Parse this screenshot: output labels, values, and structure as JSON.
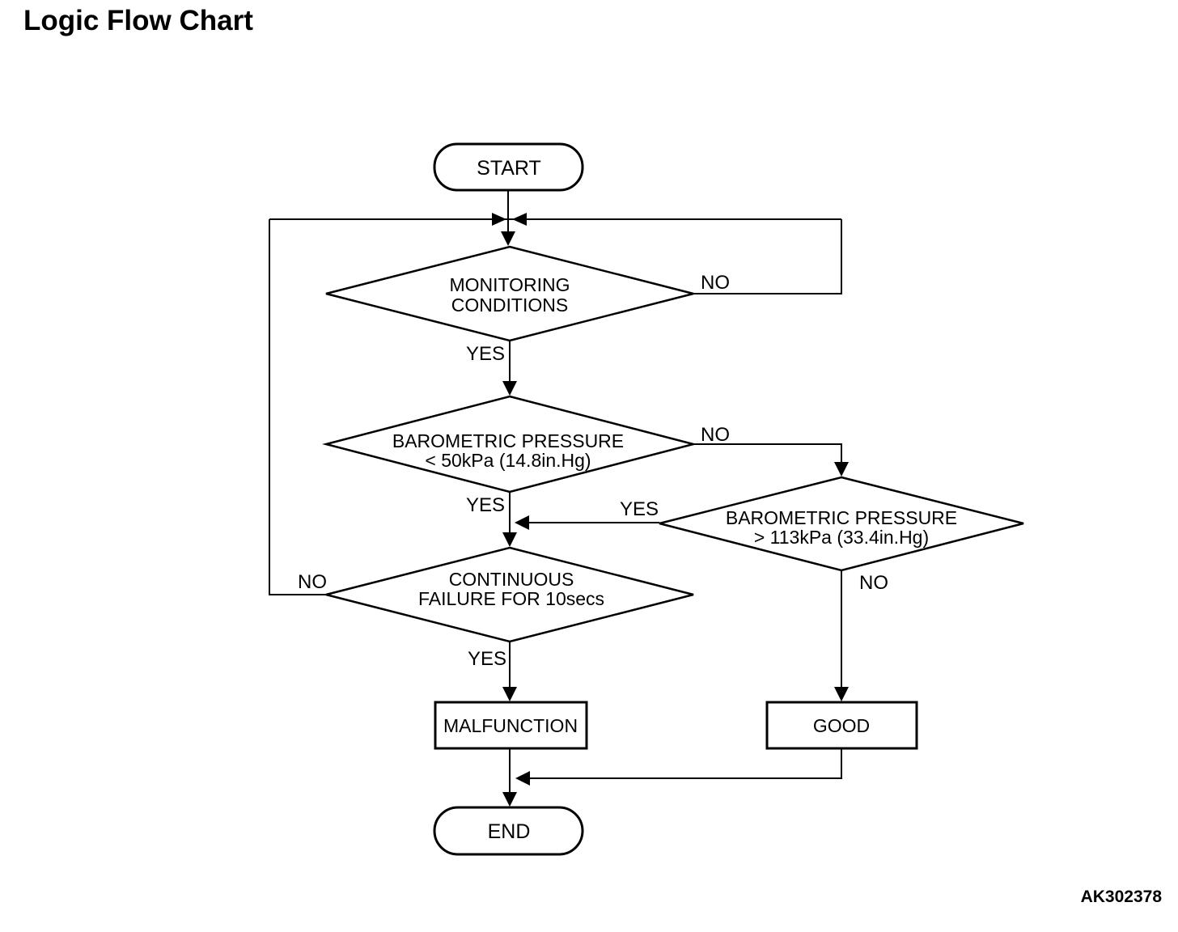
{
  "title": "Logic Flow Chart",
  "figure_code": "AK302378",
  "colors": {
    "background": "#ffffff",
    "line": "#000000",
    "text": "#000000"
  },
  "flowchart": {
    "start": {
      "label": "START"
    },
    "end": {
      "label": "END"
    },
    "decisions": {
      "monitoring": {
        "line1": "MONITORING",
        "line2": "CONDITIONS",
        "yes": "YES",
        "no": "NO"
      },
      "baro_low": {
        "line1": "BAROMETRIC PRESSURE",
        "line2": "< 50kPa (14.8in.Hg)",
        "yes": "YES",
        "no": "NO"
      },
      "baro_high": {
        "line1": "BAROMETRIC PRESSURE",
        "line2": "> 113kPa (33.4in.Hg)",
        "yes": "YES",
        "no": "NO"
      },
      "failure_timer": {
        "line1": "CONTINUOUS",
        "line2": "FAILURE FOR 10secs",
        "yes": "YES",
        "no": "NO"
      }
    },
    "results": {
      "malfunction": {
        "label": "MALFUNCTION"
      },
      "good": {
        "label": "GOOD"
      }
    }
  }
}
